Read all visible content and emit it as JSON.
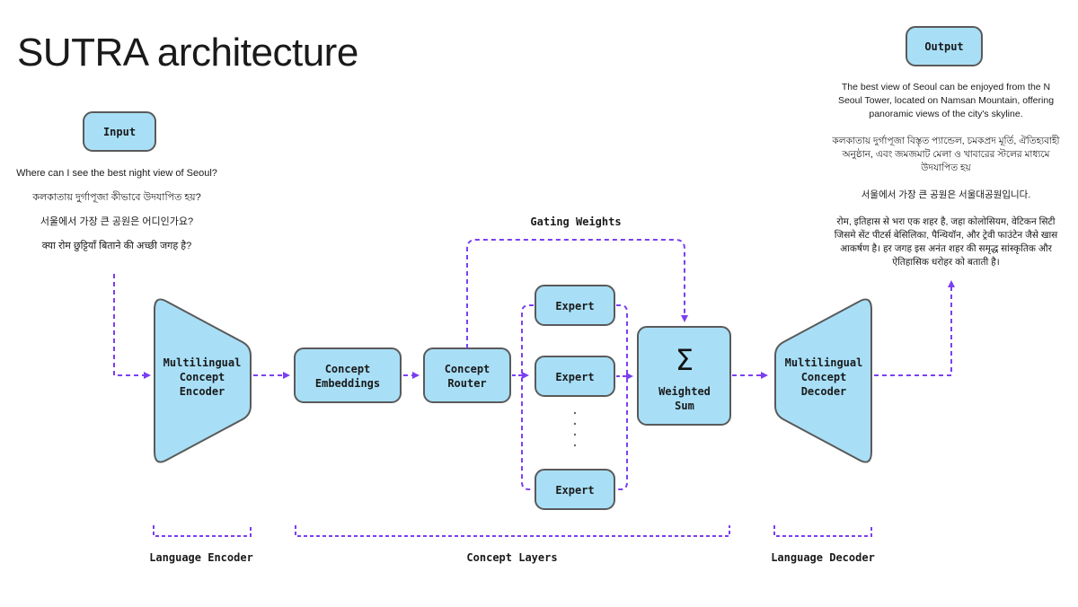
{
  "title": "SUTRA architecture",
  "colors": {
    "box_fill": "#a8dff7",
    "box_stroke": "#5a5a5a",
    "arrow": "#7b3ff2",
    "text": "#1a1a1a"
  },
  "input": {
    "label": "Input",
    "queries": [
      "Where can I see the best night view of Seoul?",
      "কলকাতায় দুর্গাপূজা কীভাবে উদযাপিত হয়?",
      "서울에서 가장 큰 공원은 어디인가요?",
      "क्या रोम छुट्टियाँ बिताने की अच्छी जगह है?"
    ]
  },
  "output": {
    "label": "Output",
    "responses": [
      "The best view of Seoul can be enjoyed from the N Seoul Tower, located on Namsan Mountain, offering panoramic views of the city's skyline.",
      "কলকাতায় দুর্গাপূজা বিস্তৃত প্যান্ডেল, চমকপ্রদ মূর্তি, ঐতিহ্যবাহী অনুষ্ঠান, এবং জমজমাট মেলা ও খাবারের স্টলের মাধ্যমে উদযাপিত হয়",
      "서울에서 가장 큰 공원은 서울대공원입니다.",
      "रोम, इतिहास से भरा एक शहर है, जहा कोलोसियम, वेटिकन सिटी जिसमे सेंट पीटर्स बेसिलिका, पैन्थियॉन, और ट्रेवी फाउंटेन जैसे खास आकर्षण है। हर जगह इस अनंत शहर की समृद्ध सांस्कृतिक और ऐतिहासिक धरोहर को बताती है।"
    ]
  },
  "nodes": {
    "encoder": [
      "Multilingual",
      "Concept",
      "Encoder"
    ],
    "embeddings": [
      "Concept",
      "Embeddings"
    ],
    "router": [
      "Concept",
      "Router"
    ],
    "experts": [
      "Expert",
      "Expert",
      "Expert"
    ],
    "sum_symbol": "Σ",
    "sum": [
      "Weighted",
      "Sum"
    ],
    "decoder": [
      "Multilingual",
      "Concept",
      "Decoder"
    ]
  },
  "gating_label": "Gating Weights",
  "sections": [
    {
      "label": "Language Encoder"
    },
    {
      "label": "Concept Layers"
    },
    {
      "label": "Language Decoder"
    }
  ]
}
